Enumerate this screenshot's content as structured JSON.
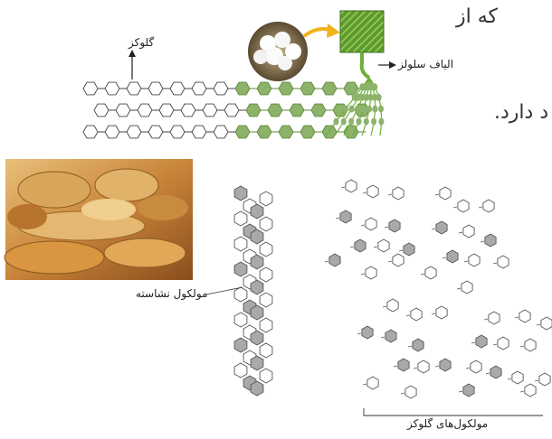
{
  "top_figure": {
    "glucose_label": "گلوکز",
    "cellulose_fiber_label": "الیاف سلولز"
  },
  "body_text": {
    "line1": "که از",
    "line2": "د دارد."
  },
  "bottom_figure": {
    "starch_molecule_label": "مولکول نشاسته",
    "glucose_molecules_label": "مولکول‌های گلوکز"
  },
  "colors": {
    "chain_green": "#8db36a",
    "hex_grey": "#a9a9a9",
    "arrow_yellow": "#f2b21b",
    "fiber_green": "#6fae3a"
  }
}
